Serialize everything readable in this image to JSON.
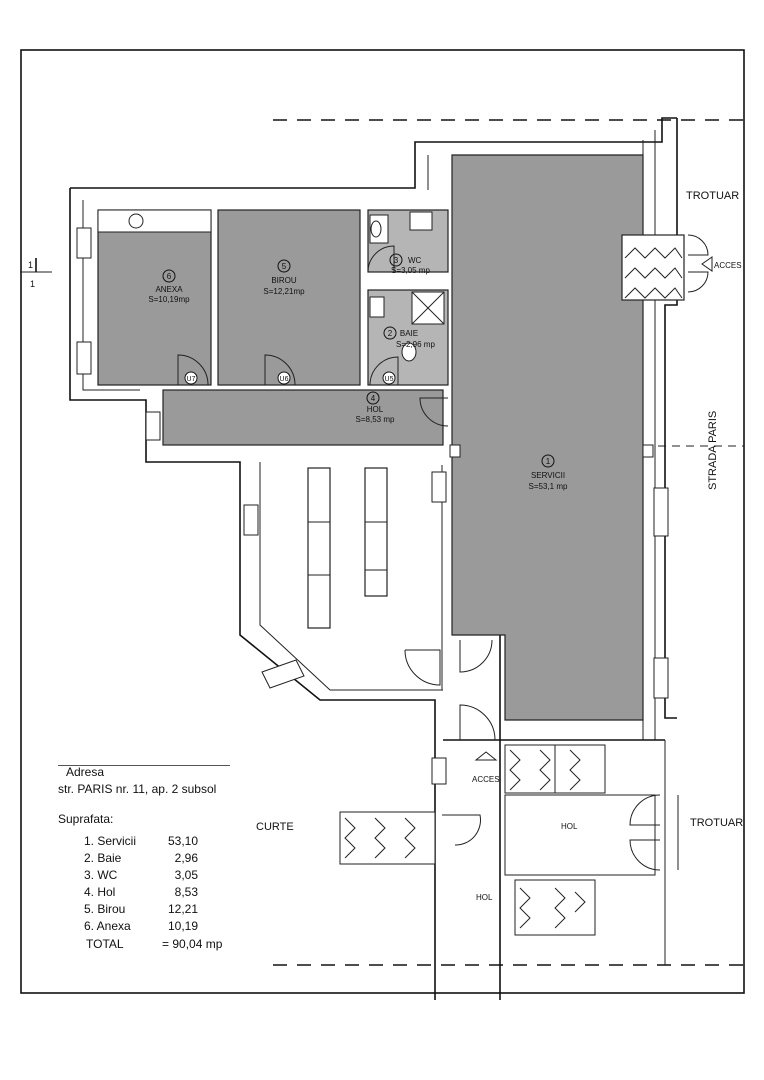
{
  "rooms": [
    {
      "num": "1",
      "name": "SERVICII",
      "area": "S=53,1 mp"
    },
    {
      "num": "2",
      "name": "BAIE",
      "area": "S=2,96 mp"
    },
    {
      "num": "3",
      "name": "WC",
      "area": "S=3,05 mp"
    },
    {
      "num": "4",
      "name": "HOL",
      "area": "S=8,53 mp"
    },
    {
      "num": "5",
      "name": "BIROU",
      "area": "S=12,21mp"
    },
    {
      "num": "6",
      "name": "ANEXA",
      "area": "S=10,19mp"
    }
  ],
  "doors": [
    "U5",
    "U6",
    "U7"
  ],
  "labels": {
    "trotuar_top": "TROTUAR",
    "trotuar_bottom": "TROTUAR",
    "strada": "STRADA PARIS",
    "acces_right": "ACCES",
    "acces_bottom": "ACCES",
    "curte": "CURTE",
    "hol_right": "HOL",
    "hol_bottom": "HOL",
    "section_num": "1",
    "section_sub": "1"
  },
  "legend": {
    "address_title": "Adresa",
    "address": "str. PARIS nr. 11, ap. 2 subsol",
    "surface_title": "Suprafata:",
    "items": [
      {
        "name": "1. Servicii",
        "value": "53,10"
      },
      {
        "name": "2. Baie",
        "value": "2,96"
      },
      {
        "name": "3. WC",
        "value": "3,05"
      },
      {
        "name": "4. Hol",
        "value": "8,53"
      },
      {
        "name": "5. Birou",
        "value": "12,21"
      },
      {
        "name": "6. Anexa",
        "value": "10,19"
      }
    ],
    "total_label": "TOTAL",
    "total_value": "= 90,04 mp"
  }
}
